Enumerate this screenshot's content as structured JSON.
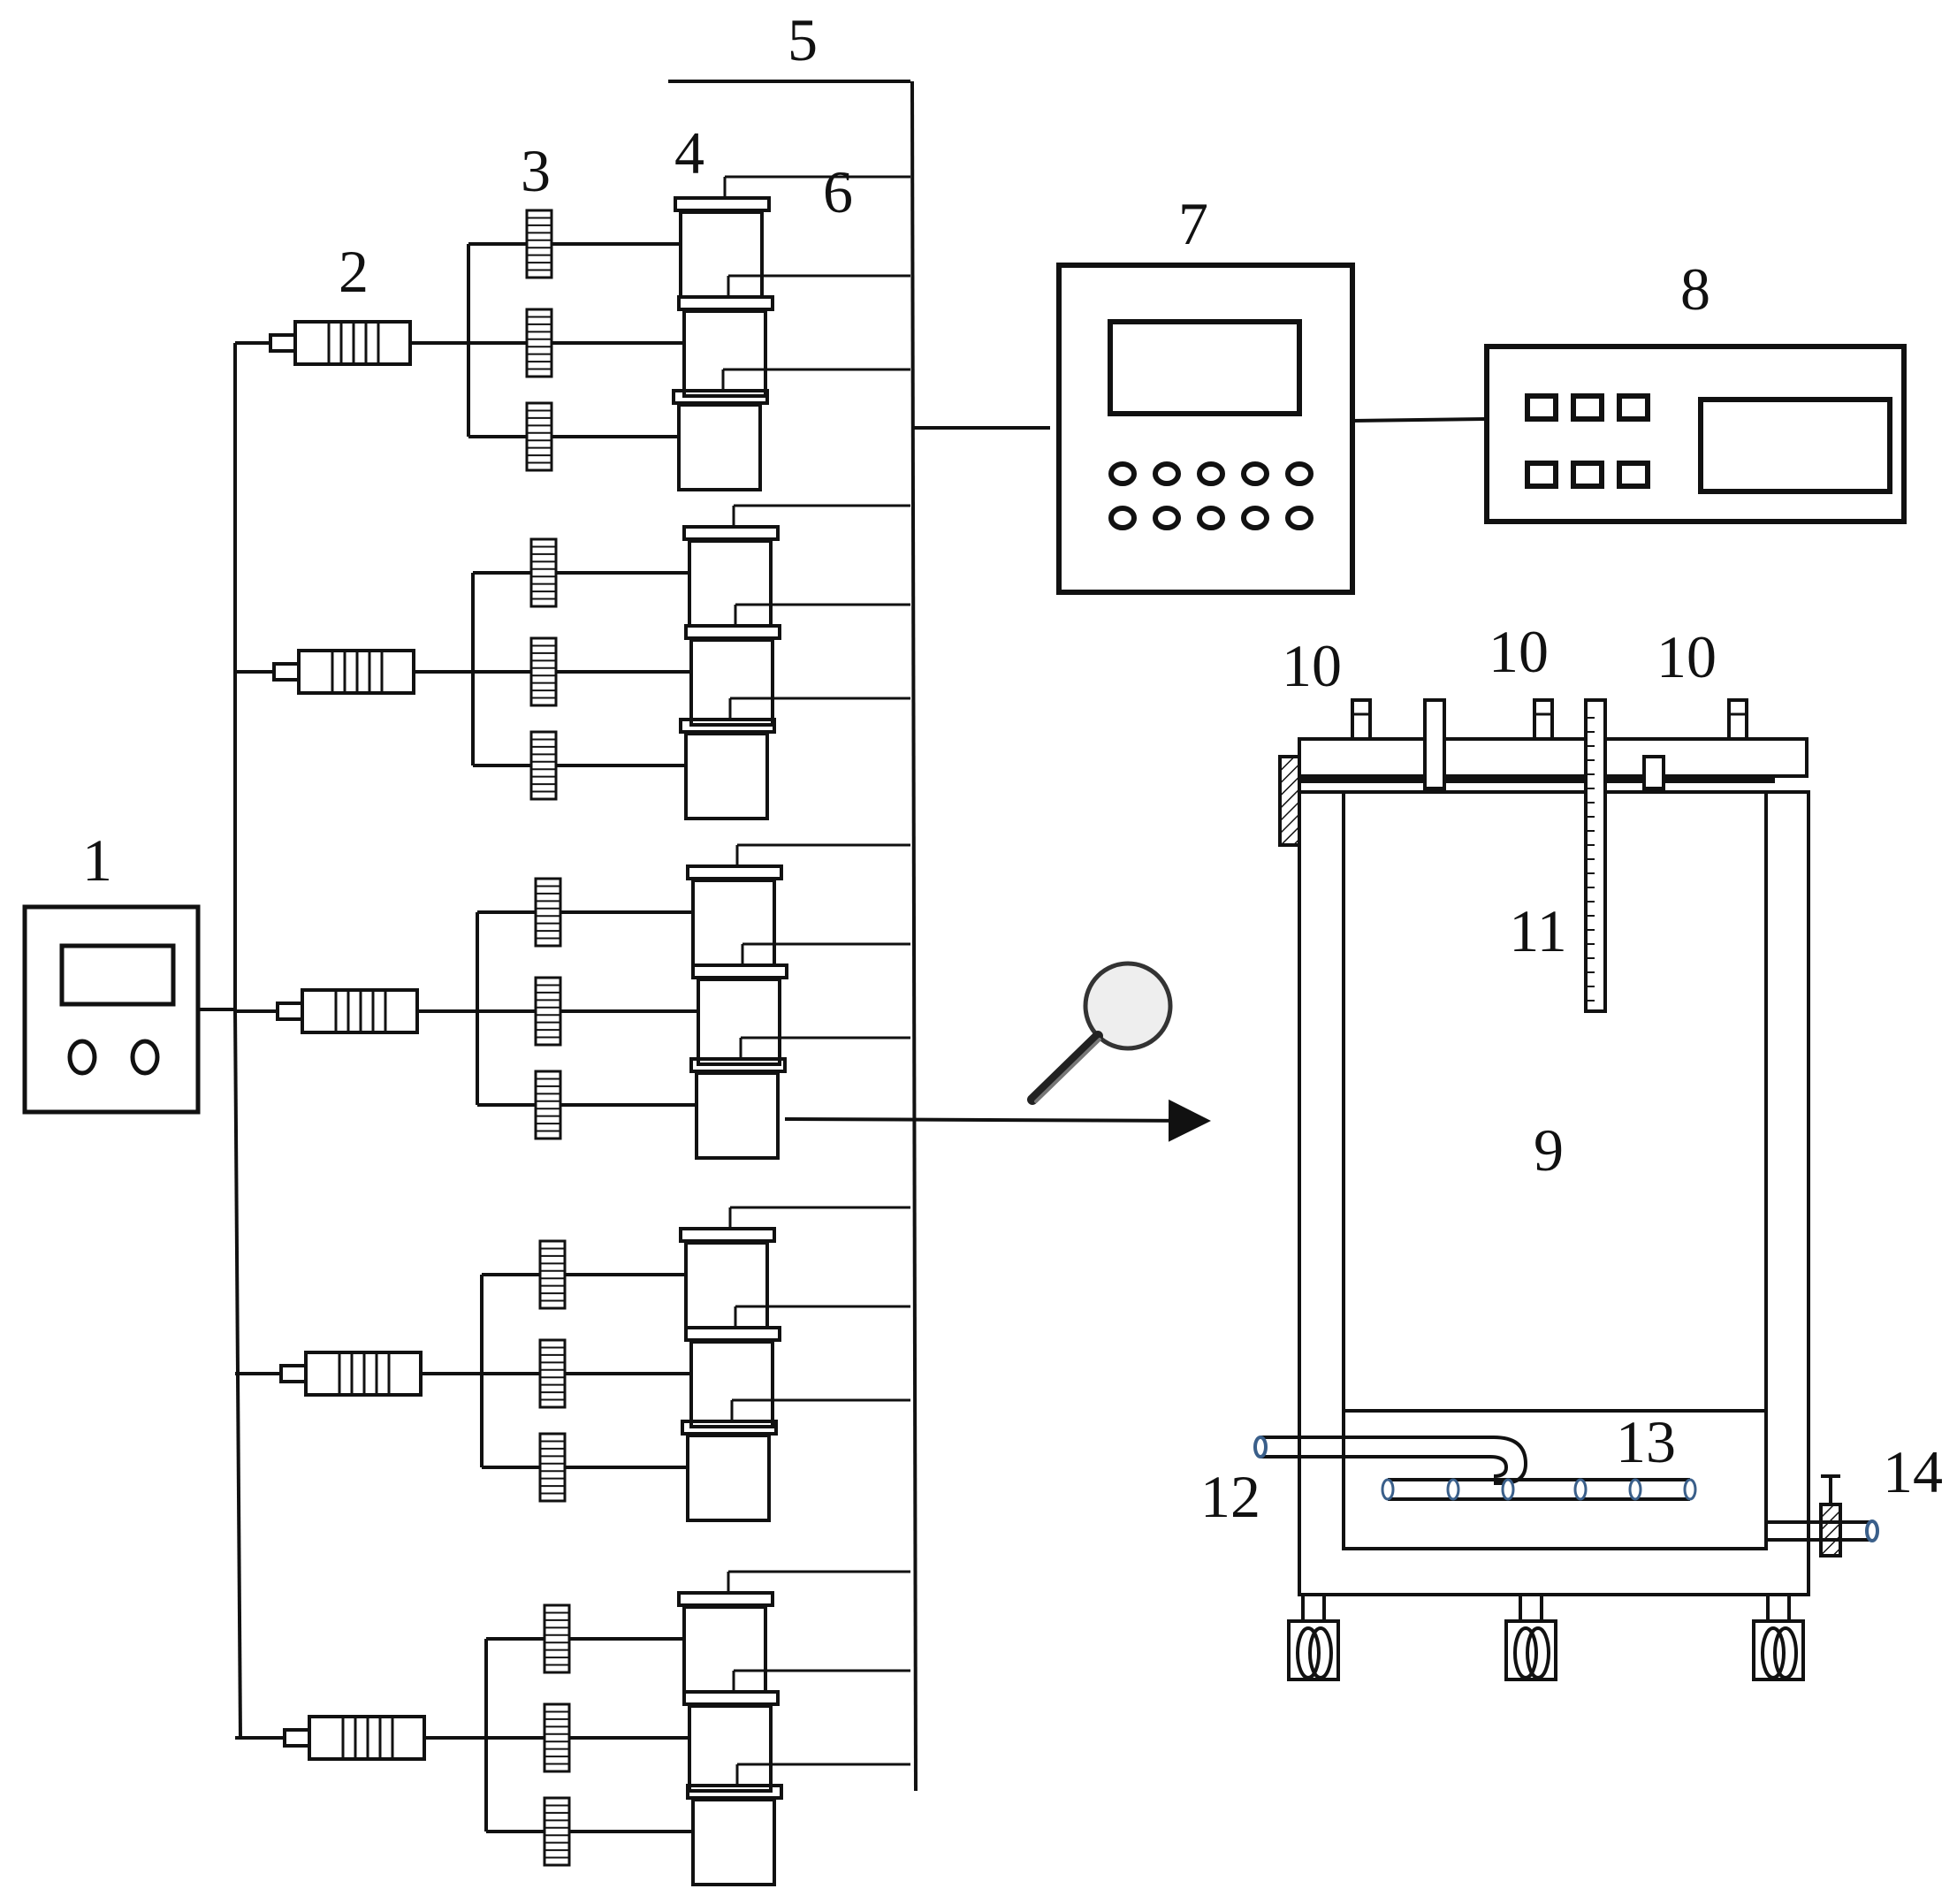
{
  "labels": {
    "controller": "1",
    "pump": "2",
    "valve": "3",
    "reactor": "4",
    "sensor_bus": "5",
    "sensor_wire": "6",
    "data_logger": "7",
    "computer": "8",
    "tank": "9",
    "port": "10",
    "ruler": "11",
    "inlet_pipe": "12",
    "aerator_pipe": "13",
    "outlet_valve": "14"
  },
  "icons": {
    "magnifier": "magnifier-icon",
    "arrow": "arrow-right-icon",
    "wheel": "caster-wheel-icon"
  },
  "colors": {
    "stroke": "#111111",
    "pipe": "#3a5f8a",
    "lens": "#eeeeee"
  }
}
